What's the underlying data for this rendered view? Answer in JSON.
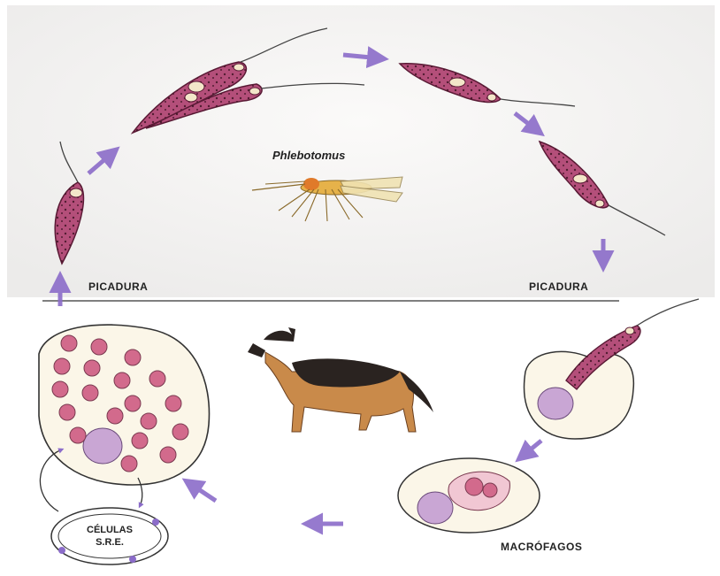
{
  "species_label": "Phlebotomus",
  "bite_label_left": "PICADURA",
  "bite_label_right": "PICADURA",
  "macrophages_label": "MACRÓFAGOS",
  "cells_label_line1": "CÉLULAS",
  "cells_label_line2": "S.R.E.",
  "colors": {
    "background": "#ffffff",
    "top_panel": "#f4f2f1",
    "parasite_fill": "#b44f7a",
    "parasite_dots": "#3a1020",
    "arrow": "#8b6cc9",
    "cell_fill": "#fbf6e8",
    "amastigote": "#d26a8c",
    "dog_tan": "#c98a4a",
    "dog_black": "#2a2320",
    "mosquito": "#d8c38a"
  }
}
